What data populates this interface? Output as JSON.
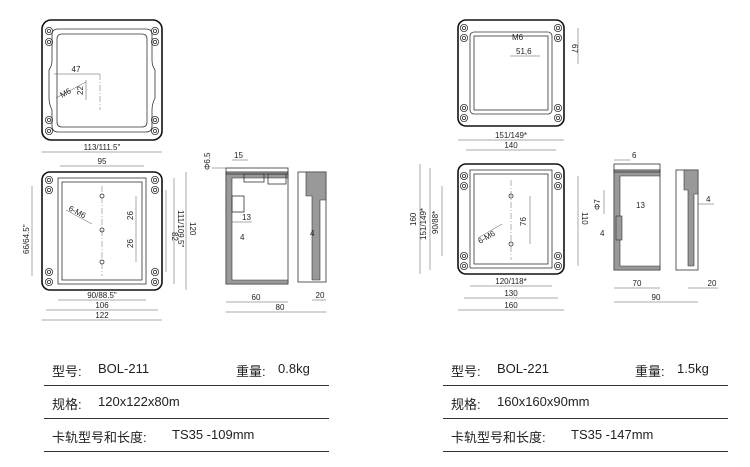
{
  "left": {
    "top": {
      "d47": "47",
      "m6": "M6",
      "d22": "22",
      "d113": "113/111.5\""
    },
    "front": {
      "d95": "95",
      "m6": "6-M6",
      "d26a": "26",
      "d26b": "26",
      "d82": "82",
      "d111": "111/109.5\"",
      "d120": "120",
      "d66": "66/64.5\"",
      "d90": "90/88.5\"",
      "d106": "106",
      "d122": "122"
    },
    "side": {
      "phi": "Φ6.5",
      "d15": "15",
      "d13": "13",
      "d4a": "4",
      "d4b": "4",
      "d60": "60",
      "d80": "80",
      "d20": "20"
    },
    "spec": {
      "model_label": "型号:",
      "model": "BOL-211",
      "weight_label": "重量:",
      "weight": "0.8kg",
      "size_label": "规格:",
      "size": "120x122x80m",
      "rail_label": "卡轨型号和长度:",
      "rail": "TS35 -109mm"
    }
  },
  "right": {
    "top": {
      "m6": "M6",
      "d516": "51,6",
      "d67": "67"
    },
    "front": {
      "d151w": "151/149*",
      "d140": "140",
      "d160h": "160",
      "d151h": "151/149*",
      "d90h": "90/88*",
      "m6": "6-M6",
      "d76": "76",
      "d110": "110",
      "d120": "120/118*",
      "d130": "130",
      "d160w": "160"
    },
    "side": {
      "d6": "6",
      "phi": "Φ7",
      "d13": "13",
      "d4a": "4",
      "d4b": "4",
      "d70": "70",
      "d90": "90",
      "d20": "20"
    },
    "spec": {
      "model_label": "型号:",
      "model": "BOL-221",
      "weight_label": "重量:",
      "weight": "1.5kg",
      "size_label": "规格:",
      "size": "160x160x90mm",
      "rail_label": "卡轨型号和长度:",
      "rail": "TS35 -147mm"
    }
  }
}
